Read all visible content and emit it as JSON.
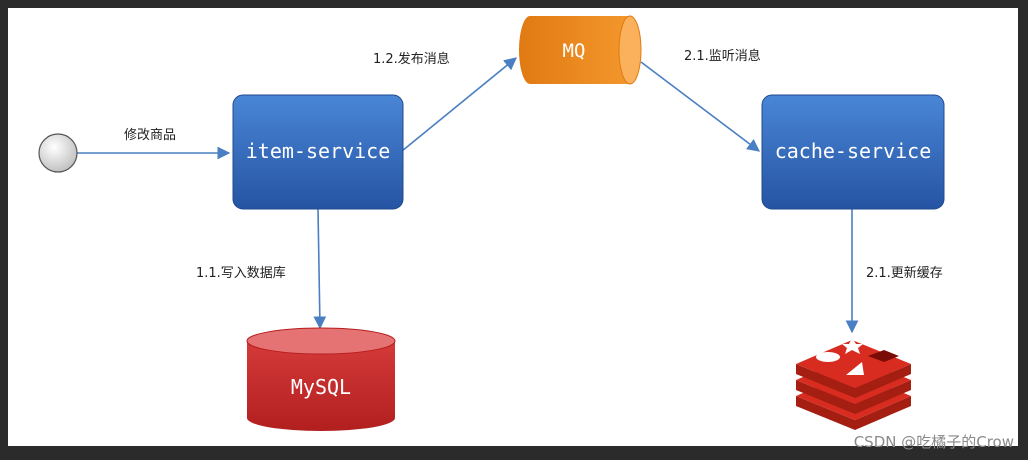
{
  "nodes": {
    "start": "",
    "item_service": "item-service",
    "mq": "MQ",
    "cache_service": "cache-service",
    "mysql": "MySQL",
    "redis": ""
  },
  "edges": {
    "modify_product": "修改商品",
    "publish_message": "1.2.发布消息",
    "listen_message": "2.1.监听消息",
    "write_database": "1.1.写入数据库",
    "update_cache": "2.1.更新缓存"
  },
  "watermark": "CSDN @吃橘子的Crow",
  "colors": {
    "service_box": "#2f66b7",
    "mq_cylinder": "#f7931e",
    "mysql_cylinder": "#c62828",
    "redis_logo": "#d82c20",
    "arrow": "#4a7fc1"
  },
  "icons": {
    "redis": "redis-logo-icon"
  }
}
